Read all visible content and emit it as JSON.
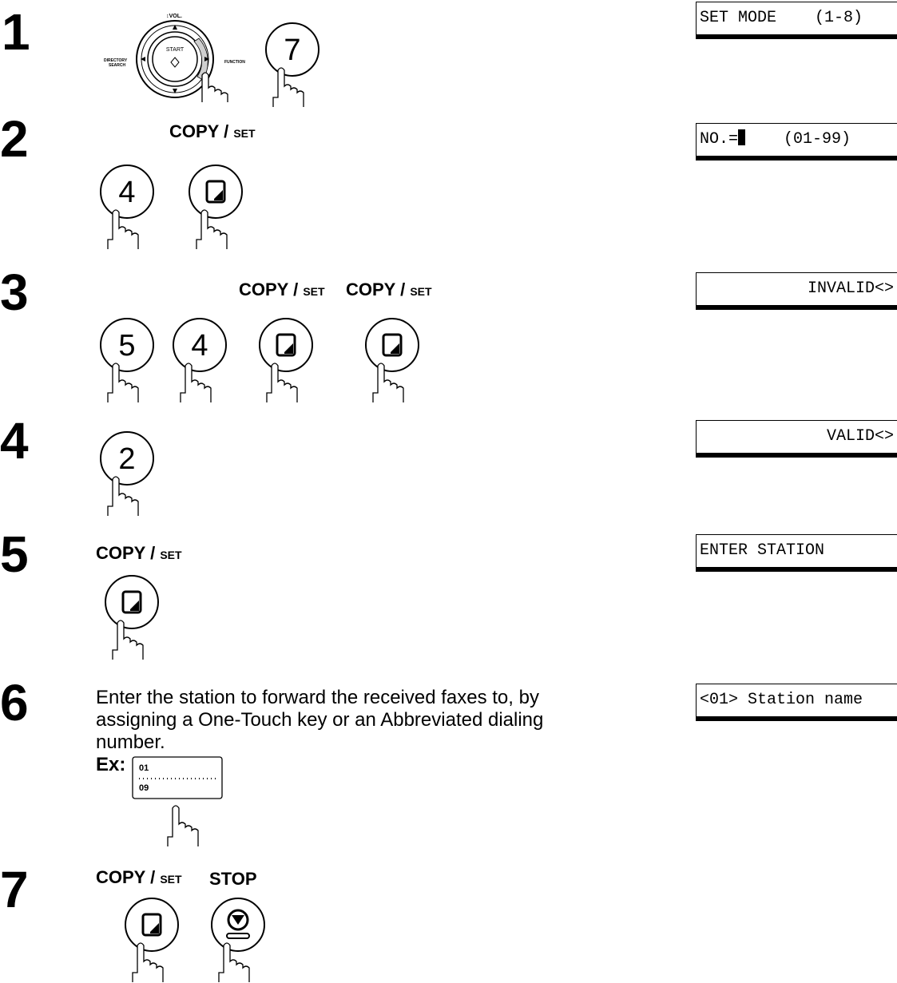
{
  "steps": [
    {
      "number": "1"
    },
    {
      "number": "2",
      "labels": [
        "COPY",
        "/",
        "SET"
      ]
    },
    {
      "number": "3",
      "labels": [
        "COPY",
        "/",
        "SET",
        "COPY",
        "/",
        "SET"
      ]
    },
    {
      "number": "4"
    },
    {
      "number": "5",
      "labels": [
        "COPY",
        "/",
        "SET"
      ]
    },
    {
      "number": "6",
      "instruction": "Enter the station to forward the received faxes to, by assigning a One-Touch key or an Abbreviated dialing number.",
      "ex_label": "Ex:",
      "ex_top": "01",
      "ex_bottom": "09"
    },
    {
      "number": "7",
      "labels": [
        "COPY",
        "/",
        "SET",
        "STOP"
      ]
    }
  ],
  "keys": {
    "k7": "7",
    "k4a": "4",
    "k5": "5",
    "k4b": "4",
    "k2": "2"
  },
  "dial": {
    "vol": "↕VOL.",
    "start": "START",
    "directory": "DIRECTORY",
    "search": "SEARCH",
    "function": "FUNCTION"
  },
  "displays": {
    "d1": "SET MODE    (1-8)",
    "d2_pre": "NO.=",
    "d2_post": "    (01-99)",
    "d3": "INVALID<>",
    "d4": "VALID<>",
    "d5": "ENTER STATION",
    "d6": "<01> Station name"
  }
}
